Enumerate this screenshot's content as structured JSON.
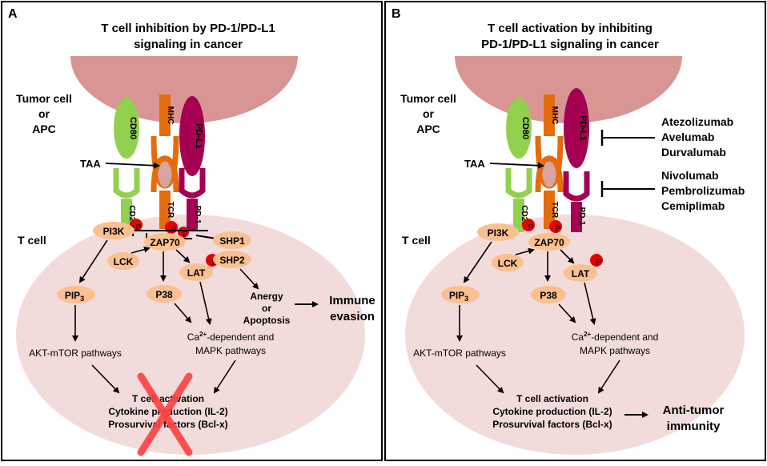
{
  "panel_a": {
    "letter": "A",
    "title_line1": "T cell inhibition by PD-1/PD-L1",
    "title_line2": "signaling in cancer",
    "tumor_line1": "Tumor cell",
    "tumor_line2": "or",
    "tumor_line3": "APC",
    "tcell": "T cell",
    "taa": "TAA",
    "cd80": "CD80",
    "mhc": "MHC",
    "pdl1": "PD-L1",
    "cd28": "CD28",
    "tcr": "TCR",
    "pd1": "PD-1",
    "phospho": "P",
    "pi3k": "PI3K",
    "zap70": "ZAP70",
    "shp1": "SHP1",
    "shp2": "SHP2",
    "lck": "LCK",
    "lat": "LAT",
    "pip3": "PIP",
    "pip3_sub": "3",
    "p38": "P38",
    "anergy_line1": "Anergy",
    "anergy_line2": "or",
    "anergy_line3": "Apoptosis",
    "immune_line1": "Immune",
    "immune_line2": "evasion",
    "ca_line1_pre": "Ca",
    "ca_line1_sup": "2+",
    "ca_line1_post": "-dependent and",
    "ca_line2": "MAPK pathways",
    "akt": "AKT-mTOR pathways",
    "act_line1": "T cell activation",
    "act_line2": "Cytokine production (IL-2)",
    "act_line3": "Prosurvival factors (Bcl-x)"
  },
  "panel_b": {
    "letter": "B",
    "title_line1": "T cell activation by inhibiting",
    "title_line2": "PD-1/PD-L1 signaling in cancer",
    "tumor_line1": "Tumor cell",
    "tumor_line2": "or",
    "tumor_line3": "APC",
    "tcell": "T cell",
    "taa": "TAA",
    "cd80": "CD80",
    "mhc": "MHC",
    "pdl1": "PD-L1",
    "cd28": "CD28",
    "tcr": "TCR",
    "pd1": "PD-1",
    "phospho": "P",
    "pi3k": "PI3K",
    "zap70": "ZAP70",
    "lck": "LCK",
    "lat": "LAT",
    "pip3": "PIP",
    "pip3_sub": "3",
    "p38": "P38",
    "ca_line1_pre": "Ca",
    "ca_line1_sup": "2+",
    "ca_line1_post": "-dependent and",
    "ca_line2": "MAPK pathways",
    "akt": "AKT-mTOR pathways",
    "act_line1": "T cell activation",
    "act_line2": "Cytokine production (IL-2)",
    "act_line3": "Prosurvival factors (Bcl-x)",
    "antitumor_line1": "Anti-tumor",
    "antitumor_line2": "immunity",
    "pdl1_drugs": [
      "Atezolizumab",
      "Avelumab",
      "Durvalumab"
    ],
    "pd1_drugs": [
      "Nivolumab",
      "Pembrolizumab",
      "Cemiplimab"
    ]
  },
  "colors": {
    "tumor": "#d99594",
    "tcell": "#f2dcdb",
    "node": "#fac090",
    "cd80": "#92d050",
    "mhc": "#e46c0a",
    "pdl1": "#a50051",
    "phospho": "#e60000",
    "cross": "#ff4040",
    "antigen": "#d8a3a3"
  }
}
